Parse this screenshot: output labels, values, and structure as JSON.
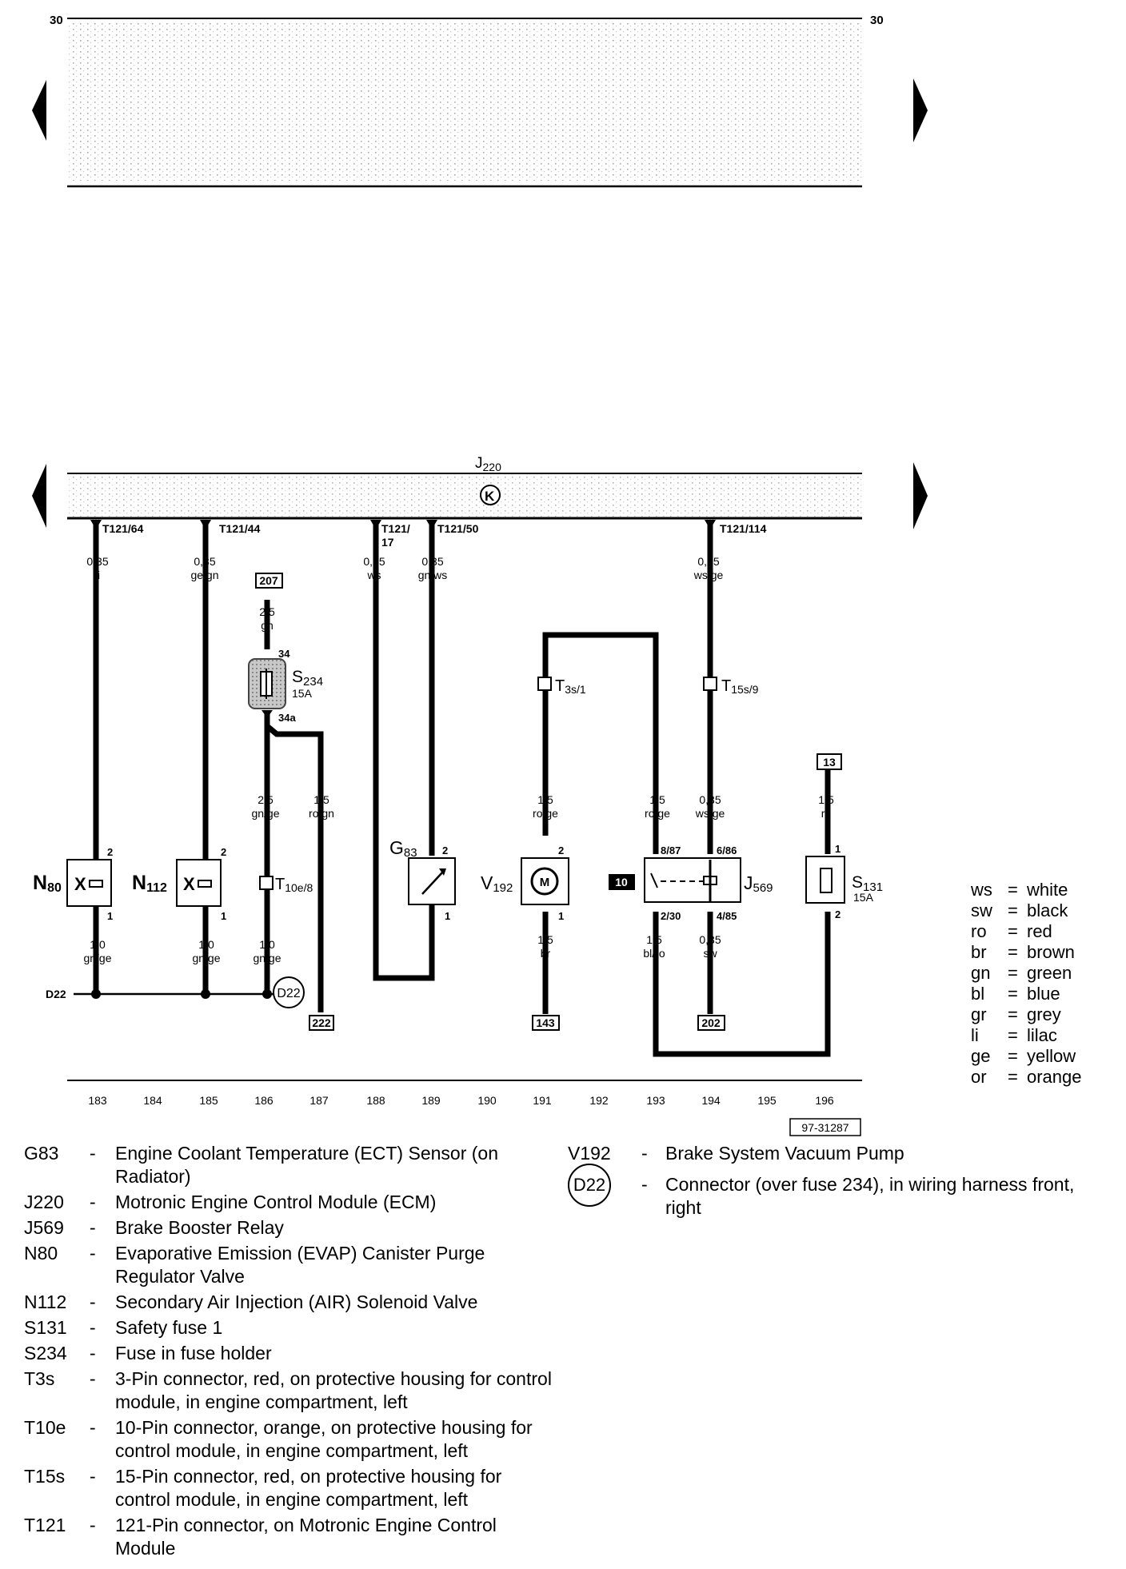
{
  "top_section": {
    "left_number": "30",
    "right_number": "30"
  },
  "ecm": {
    "label": "J",
    "sub": "220",
    "k_symbol": "K"
  },
  "pins": [
    {
      "id": "T121/64"
    },
    {
      "id": "T121/44"
    },
    {
      "id": "T121/",
      "extra": "17"
    },
    {
      "id": "T121/50"
    },
    {
      "id": "T121/114"
    }
  ],
  "wires_top": [
    {
      "size": "0,35",
      "color": "li"
    },
    {
      "size": "0,35",
      "color": "ge/gn"
    },
    {
      "size": "0,35",
      "color": "ws"
    },
    {
      "size": "0,35",
      "color": "gn/ws"
    },
    {
      "size": "0,35",
      "color": "ws/ge"
    }
  ],
  "refs": {
    "r207": "207",
    "r13": "13",
    "r222": "222",
    "r143": "143",
    "r202": "202",
    "r10": "10"
  },
  "s234": {
    "label": "S",
    "sub": "234",
    "rating": "15A",
    "pin_in": "34",
    "pin_out": "34a",
    "feed_size": "2,5",
    "feed_color": "gn"
  },
  "s131": {
    "label": "S",
    "sub": "131",
    "rating": "15A"
  },
  "connectors": {
    "t3s": {
      "label": "T",
      "sub": "3s/1"
    },
    "t15s": {
      "label": "T",
      "sub": "15s/9"
    },
    "t10e": {
      "label": "T",
      "sub": "10e/8"
    }
  },
  "mid_wires": [
    {
      "size": "2,5",
      "color": "gn/ge"
    },
    {
      "size": "1,5",
      "color": "ro/gn"
    },
    {
      "size": "1,5",
      "color": "ro/ge"
    },
    {
      "size": "1,5",
      "color": "ro/ge"
    },
    {
      "size": "0,35",
      "color": "ws/ge"
    },
    {
      "size": "1,5",
      "color": "ro"
    }
  ],
  "components": {
    "n80": {
      "label": "N",
      "sub": "80"
    },
    "n112": {
      "label": "N",
      "sub": "112"
    },
    "g83": {
      "label": "G",
      "sub": "83"
    },
    "v192": {
      "label": "V",
      "sub": "192"
    },
    "j569": {
      "label": "J",
      "sub": "569"
    }
  },
  "pin_numbers": {
    "one": "1",
    "two": "2",
    "j8_87": "8/87",
    "j6_86": "6/86",
    "j2_30": "2/30",
    "j4_85": "4/85"
  },
  "bottom_wires": [
    {
      "size": "1,0",
      "color": "gn/ge"
    },
    {
      "size": "1,0",
      "color": "gn/ge"
    },
    {
      "size": "1,0",
      "color": "gn/ge"
    },
    {
      "size": "1,5",
      "color": "br"
    },
    {
      "size": "1,5",
      "color": "bl/ro"
    },
    {
      "size": "0,35",
      "color": "sw"
    }
  ],
  "ground": {
    "label": "D22",
    "circle": "D22"
  },
  "tracks": [
    "183",
    "184",
    "185",
    "186",
    "187",
    "188",
    "189",
    "190",
    "191",
    "192",
    "193",
    "194",
    "195",
    "196"
  ],
  "figure_id": "97-31287",
  "color_legend": [
    {
      "abbr": "ws",
      "name": "white"
    },
    {
      "abbr": "sw",
      "name": "black"
    },
    {
      "abbr": "ro",
      "name": "red"
    },
    {
      "abbr": "br",
      "name": "brown"
    },
    {
      "abbr": "gn",
      "name": "green"
    },
    {
      "abbr": "bl",
      "name": "blue"
    },
    {
      "abbr": "gr",
      "name": "grey"
    },
    {
      "abbr": "li",
      "name": "lilac"
    },
    {
      "abbr": "ge",
      "name": "yellow"
    },
    {
      "abbr": "or",
      "name": "orange"
    }
  ],
  "legend_left": [
    {
      "code": "G83",
      "desc": "Engine Coolant Temperature (ECT) Sensor (on Radiator)"
    },
    {
      "code": "J220",
      "desc": "Motronic Engine Control Module (ECM)"
    },
    {
      "code": "J569",
      "desc": "Brake Booster Relay"
    },
    {
      "code": "N80",
      "desc": "Evaporative Emission (EVAP) Canister Purge Regulator Valve"
    },
    {
      "code": "N112",
      "desc": "Secondary Air Injection (AIR) Solenoid Valve"
    },
    {
      "code": "S131",
      "desc": "Safety fuse 1"
    },
    {
      "code": "S234",
      "desc": "Fuse in fuse holder"
    },
    {
      "code": "T3s",
      "desc": "3-Pin connector, red, on protective housing for control module, in engine compartment, left"
    },
    {
      "code": "T10e",
      "desc": "10-Pin connector, orange, on protective housing for control module, in engine compartment, left"
    },
    {
      "code": "T15s",
      "desc": "15-Pin connector, red, on protective housing for control module, in engine compartment, left"
    },
    {
      "code": "T121",
      "desc": "121-Pin connector, on Motronic Engine Control Module"
    }
  ],
  "legend_right": [
    {
      "code": "V192",
      "desc": "Brake System Vacuum Pump"
    },
    {
      "code": "D22",
      "desc": "Connector (over fuse 234), in wiring harness front, right"
    }
  ],
  "dash": "-",
  "eq": "="
}
